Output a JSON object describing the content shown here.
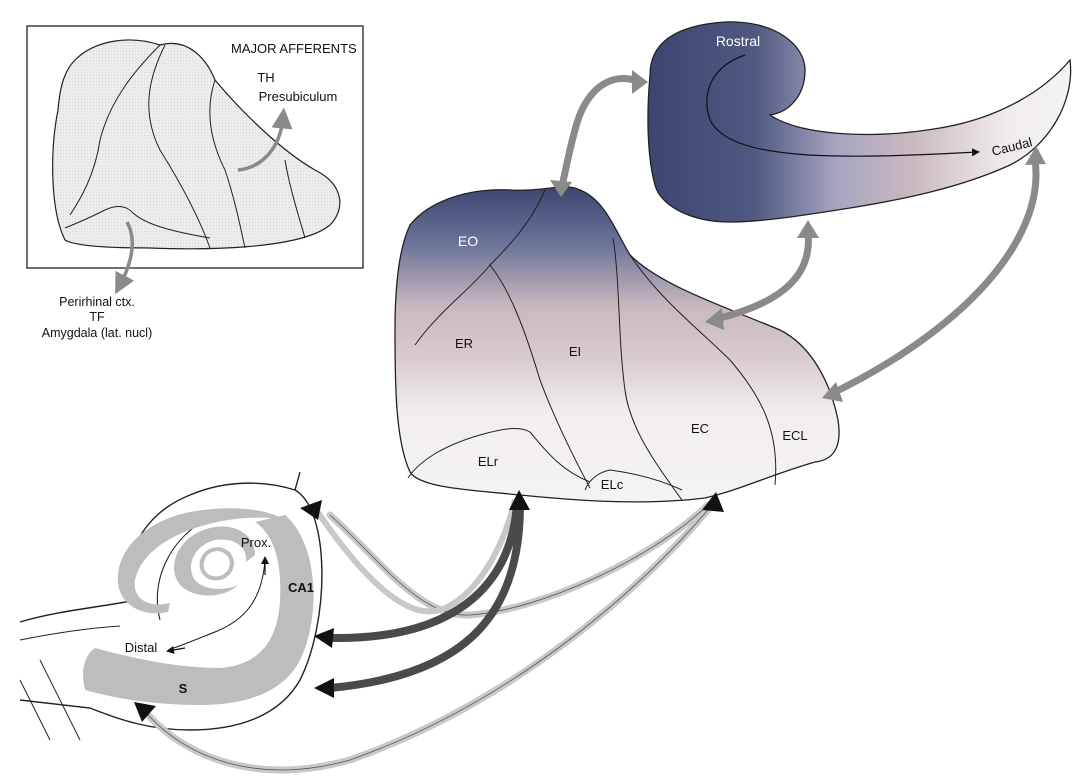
{
  "inset": {
    "title": "MAJOR AFFERENTS",
    "afferent_top_1": "TH",
    "afferent_top_2": "Presubiculum",
    "afferent_bottom_1": "Perirhinal ctx.",
    "afferent_bottom_2": "TF",
    "afferent_bottom_3": "Amygdala (lat. nucl)"
  },
  "hippocampus": {
    "rostral": "Rostral",
    "caudal": "Caudal",
    "prox": "Prox.",
    "distal": "Distal",
    "ca1": "CA1",
    "subiculum": "S"
  },
  "entorhinal": {
    "eo": "EO",
    "er": "ER",
    "ei": "EI",
    "elr": "ELr",
    "elc": "ELc",
    "ec": "EC",
    "ecl": "ECL"
  },
  "colors": {
    "dark_blue": "#3d4670",
    "mauve": "#c9b8bf",
    "pale": "#f2eeef",
    "gray_arrow": "#8a8a8a",
    "dark_arrow": "#4a4a4a",
    "light_arrow": "#c8c8c8",
    "hippocampal_layer": "#bdbdbd"
  }
}
